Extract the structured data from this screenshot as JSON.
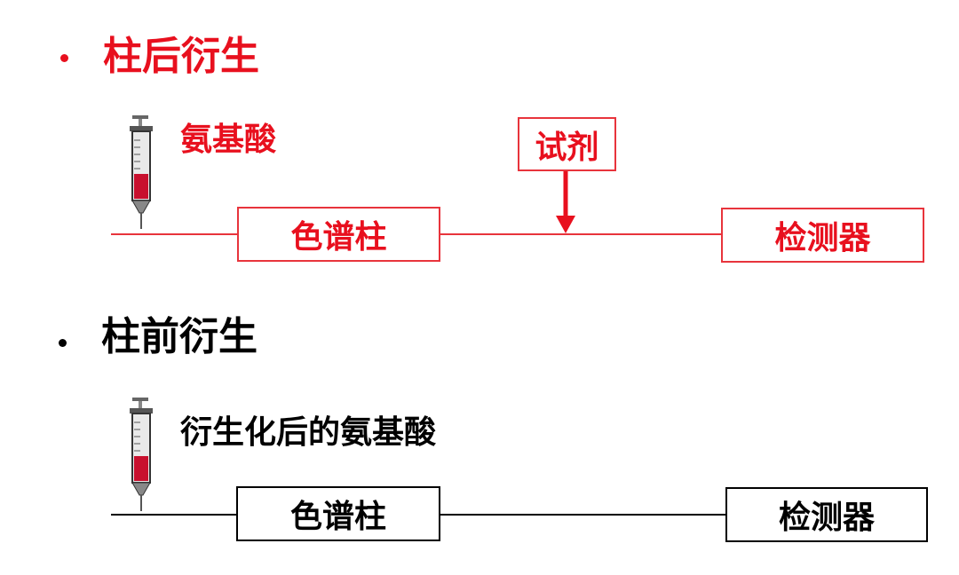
{
  "colors": {
    "red": "#e8101e",
    "black": "#000000",
    "red_line": "#e8343c"
  },
  "post_column": {
    "heading": "柱后衍生",
    "sample_label": "氨基酸",
    "reagent_label": "试剂",
    "column_label": "色谱柱",
    "detector_label": "检测器",
    "syringe_icon": "syringe-icon"
  },
  "pre_column": {
    "heading": "柱前衍生",
    "sample_label": "衍生化后的氨基酸",
    "column_label": "色谱柱",
    "detector_label": "检测器",
    "syringe_icon": "syringe-icon"
  }
}
